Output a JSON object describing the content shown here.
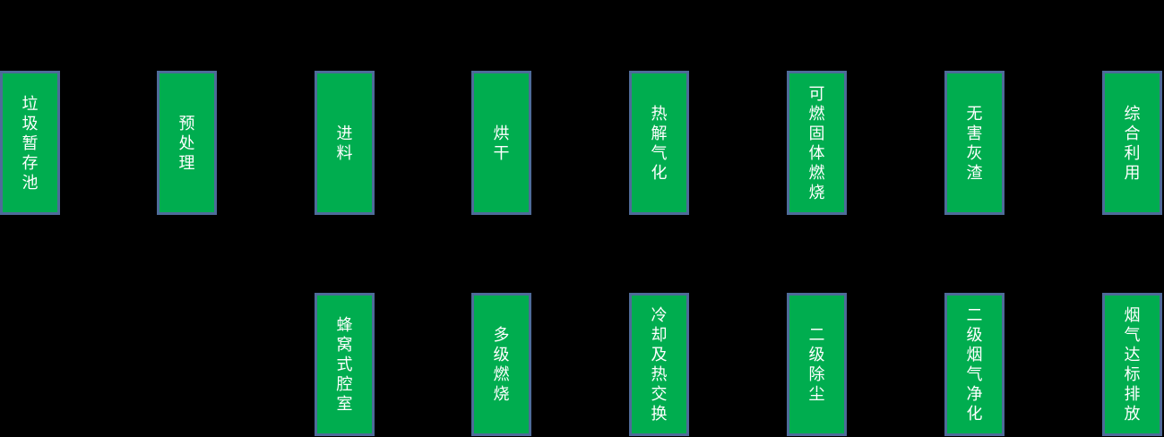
{
  "diagram": {
    "background_color": "#000000",
    "box_fill_color": "#00AD4F",
    "box_border_color": "#4E6B99",
    "box_text_color": "#FFFFFF",
    "top_row": [
      {
        "label": "垃圾暂存池"
      },
      {
        "label": "预处理"
      },
      {
        "label": "进料"
      },
      {
        "label": "烘干"
      },
      {
        "label": "热解气化"
      },
      {
        "label": "可燃固体燃烧"
      },
      {
        "label": "无害灰渣"
      },
      {
        "label": "综合利用"
      }
    ],
    "bottom_row": [
      {
        "label": "蜂窝式腔室"
      },
      {
        "label": "多级燃烧"
      },
      {
        "label": "冷却及热交换"
      },
      {
        "label": "二级除尘"
      },
      {
        "label": "二级烟气净化"
      },
      {
        "label": "烟气达标排放"
      }
    ]
  }
}
